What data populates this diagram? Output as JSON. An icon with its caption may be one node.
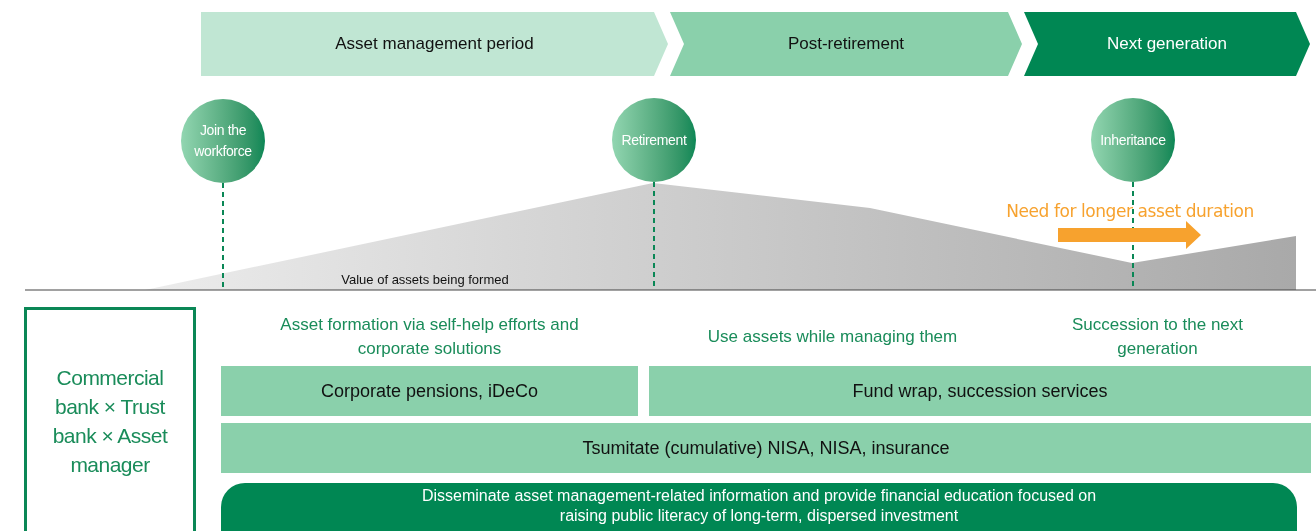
{
  "diagram": {
    "nodes": [
      {
        "text": [
          "Asset management period"
        ]
      },
      {
        "text": [
          "Post-retirement"
        ]
      },
      {
        "text": [
          "Next generation"
        ]
      },
      {
        "text": [
          "Join the workforce"
        ]
      },
      {
        "text": [
          "Retirement"
        ]
      },
      {
        "text": [
          "Inheritance"
        ]
      },
      {
        "text": [
          "Commercial bank × Trust bank × Asset manager"
        ]
      },
      {
        "text": [
          "Corporate pensions, iDeCo"
        ]
      },
      {
        "text": [
          "Fund wrap, succession services"
        ]
      },
      {
        "text": [
          "Tsumitate (cumulative) NISA, NISA, insurance"
        ]
      },
      {
        "text": [
          "Disseminate asset management-related information and provide financial education focused on raising public literacy of long-term, dispersed investment"
        ]
      }
    ],
    "labels": [
      "Need for longer asset duration",
      "Value of assets being formed",
      "Asset formation via self-help efforts and corporate solutions",
      "Use assets while managing them",
      "Succession to the next generation"
    ]
  }
}
